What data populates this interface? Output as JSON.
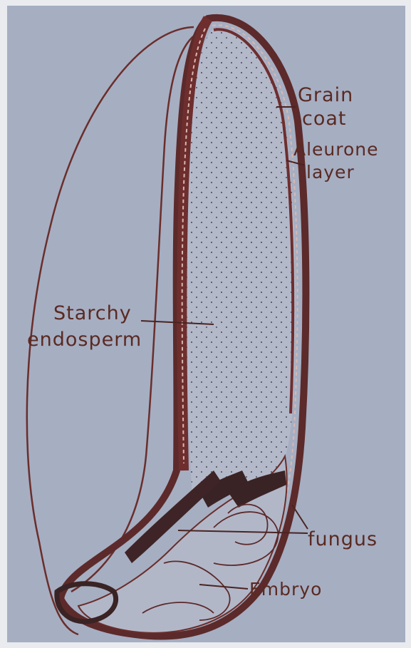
{
  "colors": {
    "background": "#a6aec2",
    "outline": "#6a2e2a",
    "grain_coat": "#6e2e2e",
    "label_text": "#5a2a22",
    "endosperm_fill": "#b4b9ca"
  },
  "labels": {
    "grain_coat_1": "Grain",
    "grain_coat_2": "coat",
    "aleurone_1": "Aleurone",
    "aleurone_2": "layer",
    "starchy_1": "Starchy",
    "starchy_2": "endosperm",
    "fungus": "fungus",
    "embryo": "Embryo"
  }
}
